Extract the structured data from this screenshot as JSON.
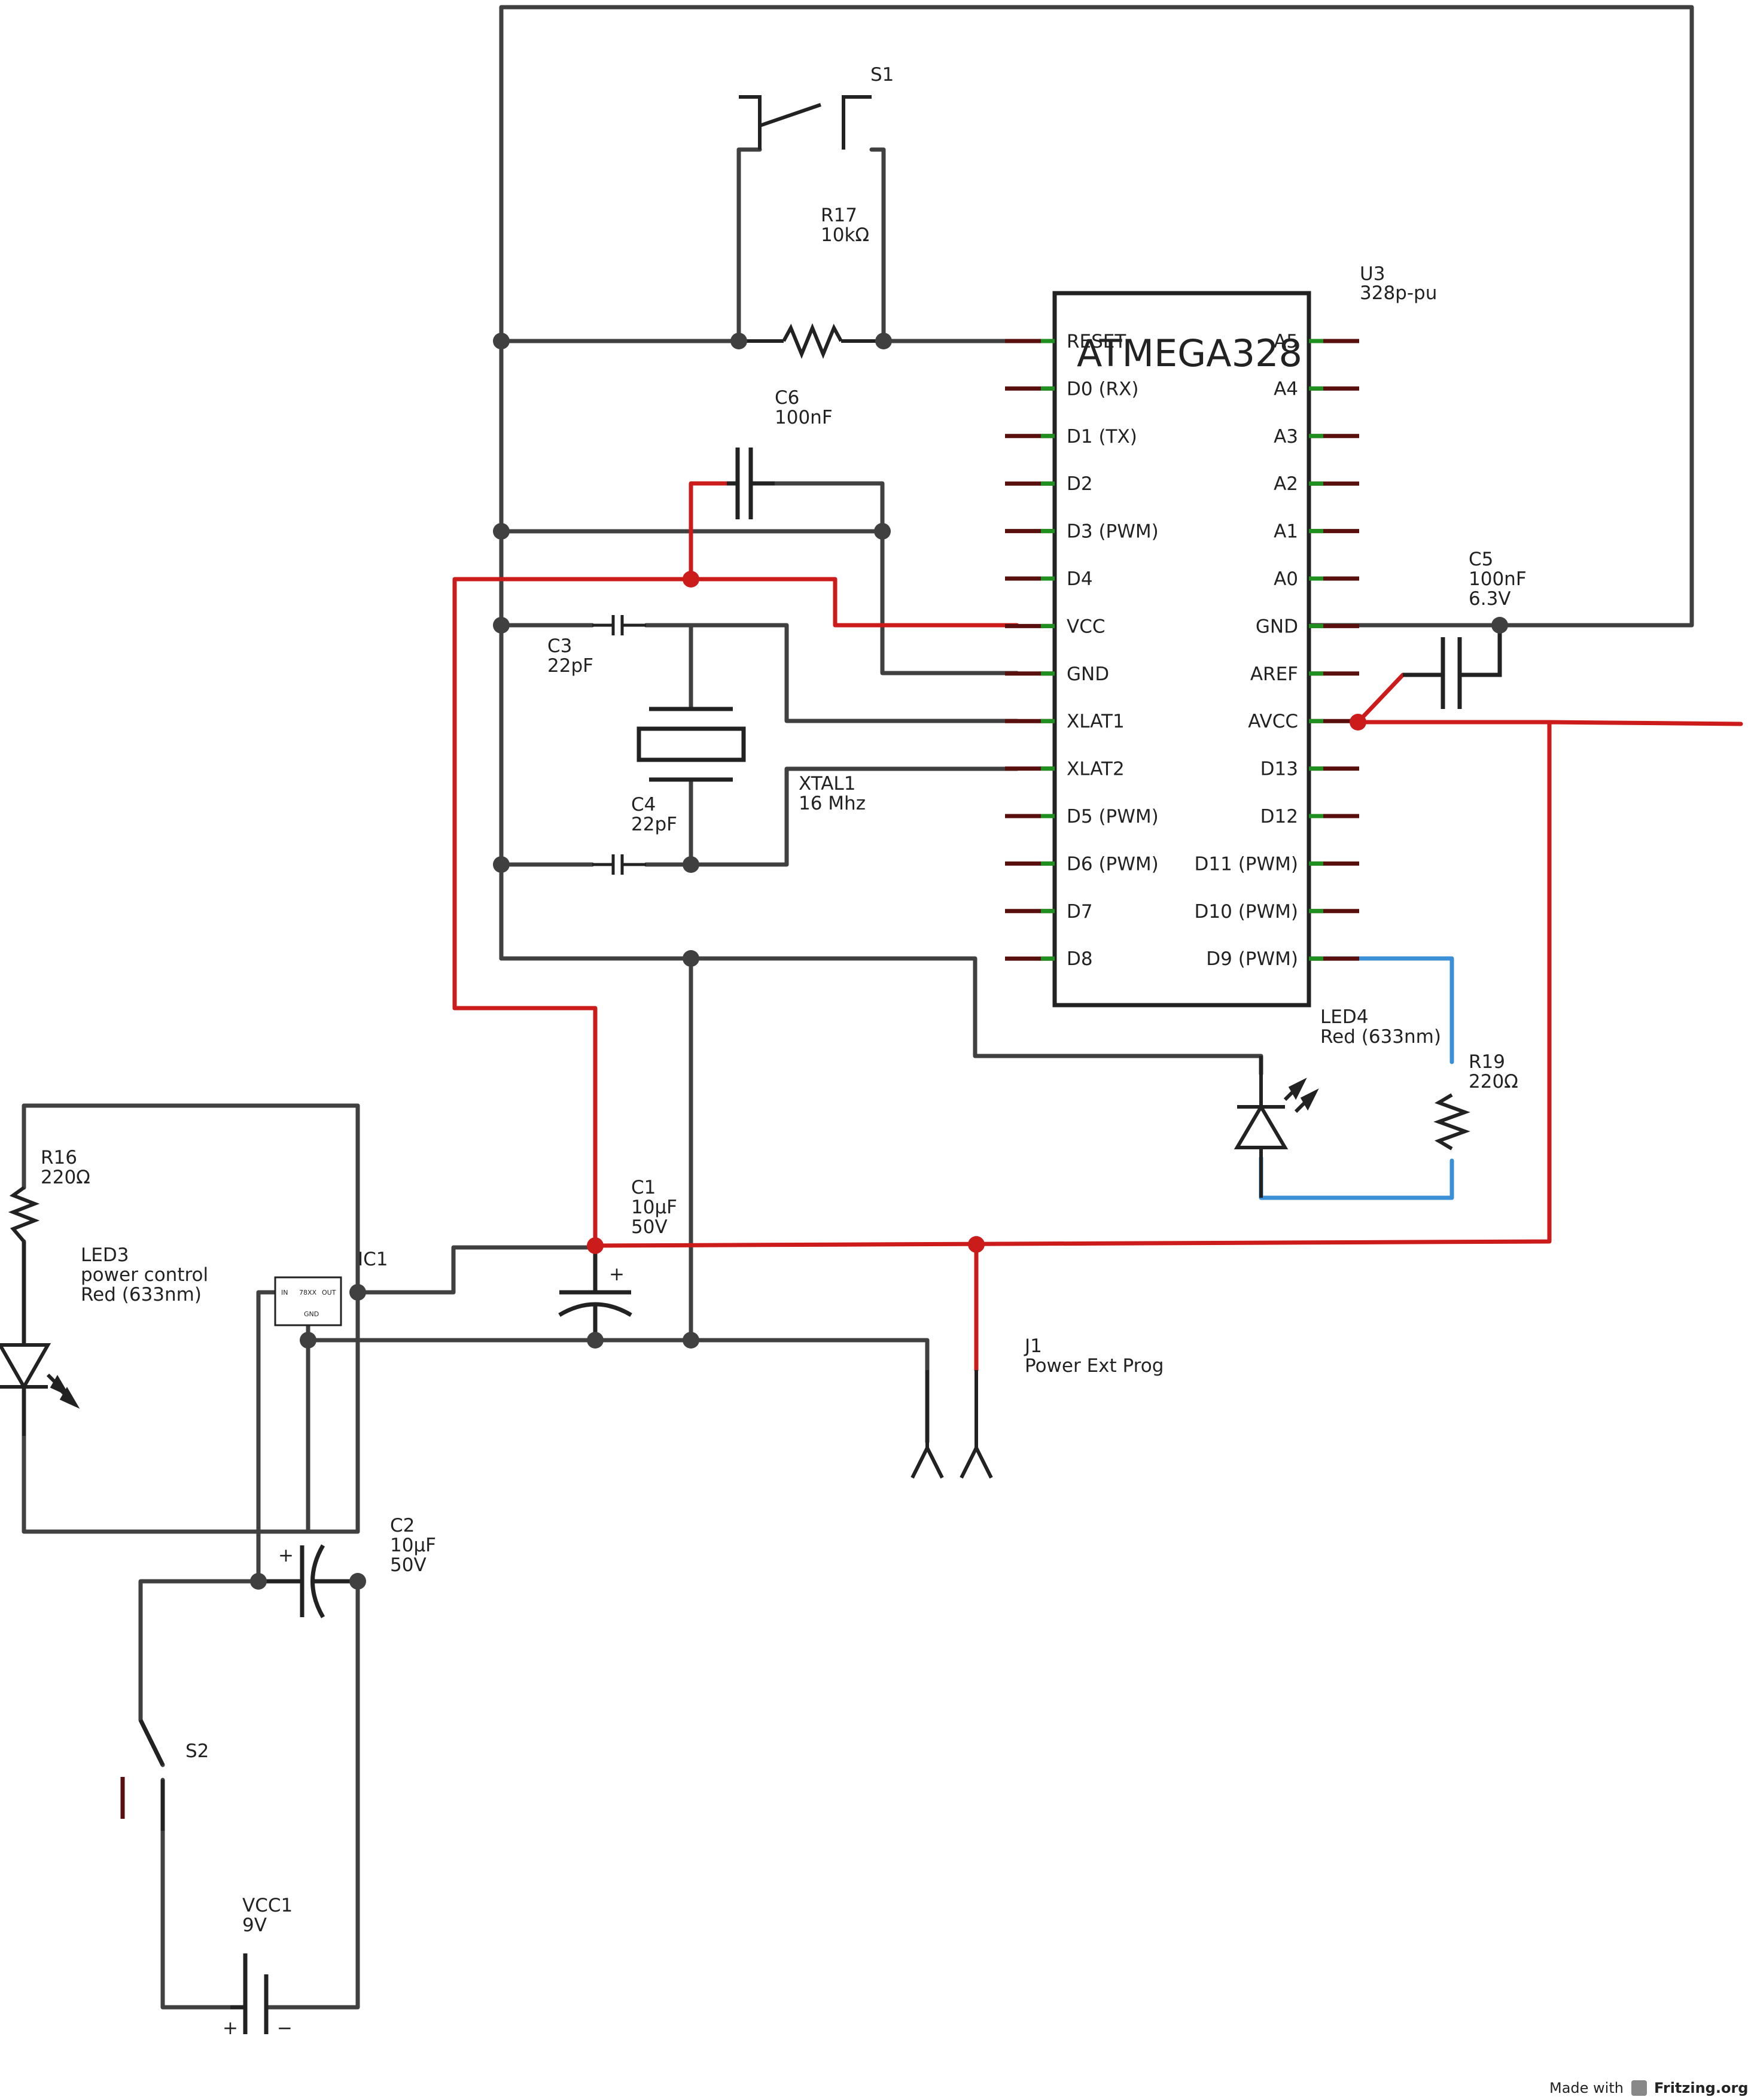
{
  "colors": {
    "wire": "#404040",
    "power": "#cc1b1b",
    "signal": "#3b8fd6",
    "pin": "#5a0f0f",
    "pin_end": "#1f8f1f",
    "junction": "#404040",
    "junction_power": "#cc1b1b"
  },
  "chip": {
    "ref": "U3",
    "part": "328p-pu",
    "title": "ATMEGA328",
    "left_pins": [
      "RESET",
      "D0 (RX)",
      "D1 (TX)",
      "D2",
      "D3 (PWM)",
      "D4",
      "VCC",
      "GND",
      "XLAT1",
      "XLAT2",
      "D5 (PWM)",
      "D6 (PWM)",
      "D7",
      "D8"
    ],
    "right_pins": [
      "A5",
      "A4",
      "A3",
      "A2",
      "A1",
      "A0",
      "GND",
      "AREF",
      "AVCC",
      "D13",
      "D12",
      "D11 (PWM)",
      "D10 (PWM)",
      "D9 (PWM)"
    ]
  },
  "components": {
    "s1": {
      "ref": "S1"
    },
    "r17": {
      "ref": "R17",
      "value": "10kΩ"
    },
    "c6": {
      "ref": "C6",
      "value": "100nF"
    },
    "c5": {
      "ref": "C5",
      "value": "100nF",
      "rating": "6.3V"
    },
    "c3": {
      "ref": "C3",
      "value": "22pF"
    },
    "c4": {
      "ref": "C4",
      "value": "22pF"
    },
    "xtal1": {
      "ref": "XTAL1",
      "value": "16 Mhz"
    },
    "led4": {
      "ref": "LED4",
      "value": "Red (633nm)"
    },
    "r19": {
      "ref": "R19",
      "value": "220Ω"
    },
    "r16": {
      "ref": "R16",
      "value": "220Ω"
    },
    "led3": {
      "ref": "LED3",
      "line1": "power control",
      "line2": "Red (633nm)"
    },
    "ic1": {
      "ref": "IC1",
      "in": "IN",
      "part": "78XX",
      "out": "OUT",
      "gnd": "GND"
    },
    "c1": {
      "ref": "C1",
      "value": "10µF",
      "rating": "50V",
      "polarity": "+"
    },
    "c2": {
      "ref": "C2",
      "value": "10µF",
      "rating": "50V",
      "polarity": "+"
    },
    "j1": {
      "ref": "J1",
      "value": "Power Ext Prog"
    },
    "s2": {
      "ref": "S2"
    },
    "vcc1": {
      "ref": "VCC1",
      "value": "9V",
      "plus": "+",
      "minus": "−"
    }
  },
  "footer": {
    "made_with": "Made with",
    "brand": "Fritzing.org"
  }
}
